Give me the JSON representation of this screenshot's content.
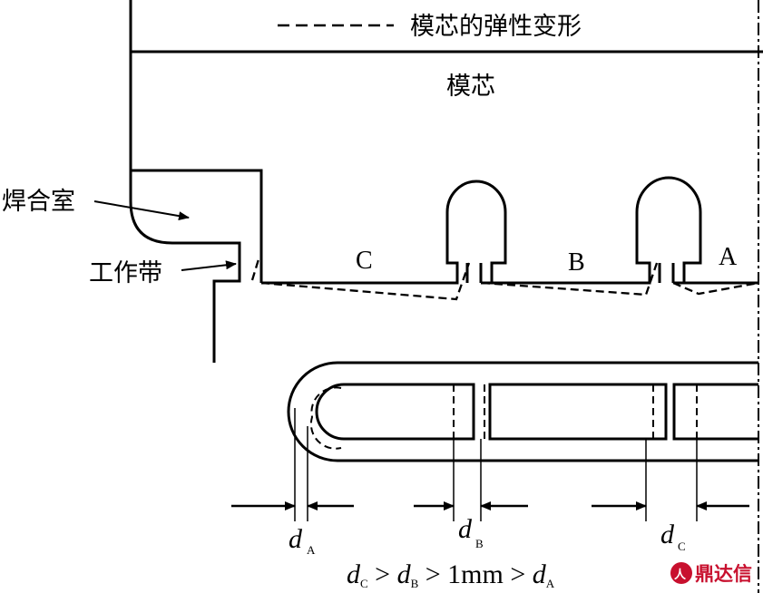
{
  "legend": {
    "dashed_label": "模芯的弹性变形"
  },
  "labels": {
    "mandrel": "模芯",
    "welding_chamber": "焊合室",
    "bearing": "工作带",
    "zone_c": "C",
    "zone_b": "B",
    "zone_a": "A"
  },
  "dimensions": {
    "d_symbol": "d",
    "sub_a": "A",
    "sub_b": "B",
    "sub_c": "C"
  },
  "formula": {
    "parts": [
      "d",
      "C",
      " > ",
      "d",
      "B",
      " > 1mm > ",
      "d",
      "A"
    ]
  },
  "watermark": {
    "text": "鼎达信",
    "brand_color": "#c8102e"
  }
}
